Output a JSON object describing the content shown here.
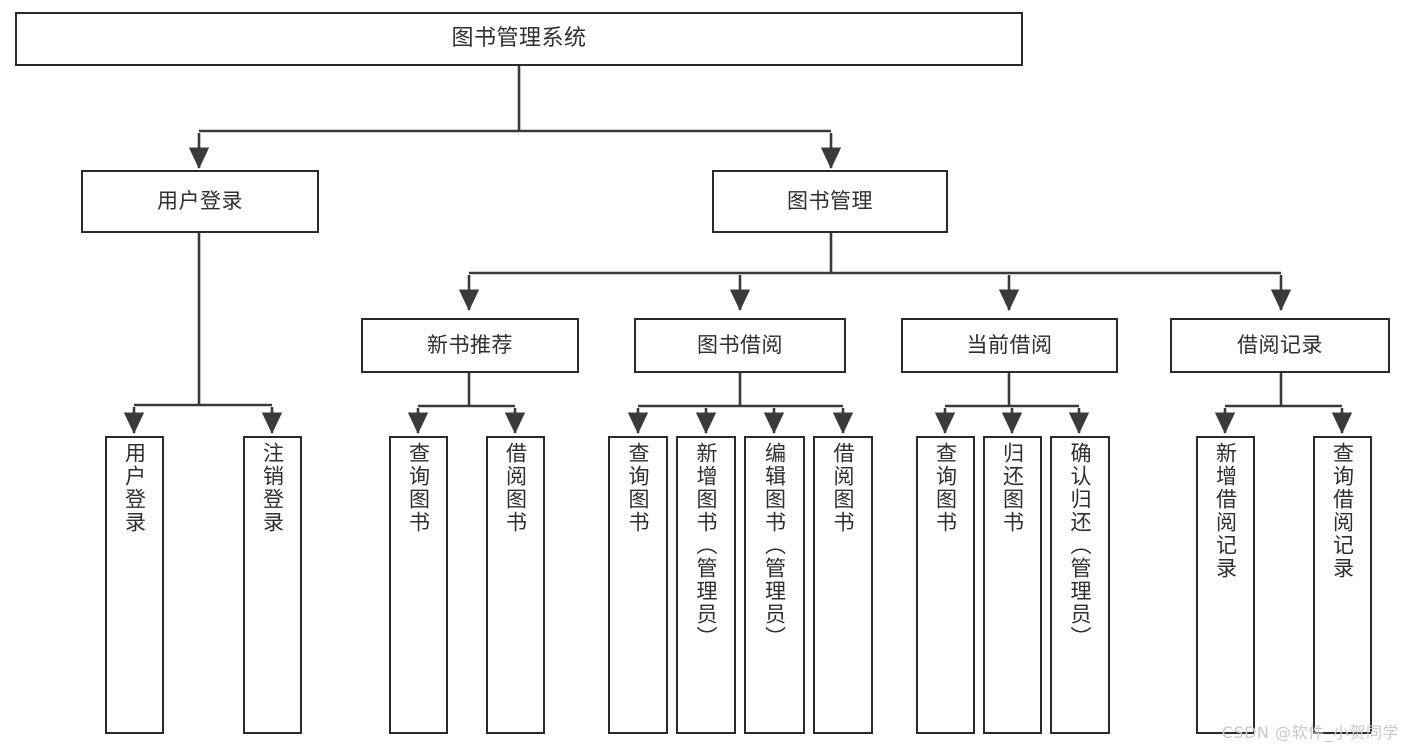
{
  "diagram": {
    "title": "图书管理系统",
    "type": "tree",
    "watermark": "CSDN @软件_小贺同学",
    "colors": {
      "box_stroke": "#2b2b2b",
      "box_fill": "#ffffff",
      "connector": "#3a3a3a",
      "text": "#2f2f2f",
      "watermark": "#c9c9c9",
      "canvas": "#ffffff"
    },
    "levels": {
      "root": {
        "label": "图书管理系统"
      },
      "level1": [
        {
          "label": "用户登录"
        },
        {
          "label": "图书管理"
        }
      ],
      "level2": [
        {
          "label": "新书推荐"
        },
        {
          "label": "图书借阅"
        },
        {
          "label": "当前借阅"
        },
        {
          "label": "借阅记录"
        }
      ]
    },
    "leaves": {
      "user_login": [
        {
          "label": "用户登录"
        },
        {
          "label": "注销登录"
        }
      ],
      "new_book_recommend": [
        {
          "label": "查询图书"
        },
        {
          "label": "借阅图书"
        }
      ],
      "book_borrow": [
        {
          "label": "查询图书"
        },
        {
          "label": "新增图书（管理员）"
        },
        {
          "label": "编辑图书（管理员）"
        },
        {
          "label": "借阅图书"
        }
      ],
      "current_borrow": [
        {
          "label": "查询图书"
        },
        {
          "label": "归还图书"
        },
        {
          "label": "确认归还（管理员）"
        }
      ],
      "borrow_record": [
        {
          "label": "新增借阅记录"
        },
        {
          "label": "查询借阅记录"
        }
      ]
    }
  }
}
